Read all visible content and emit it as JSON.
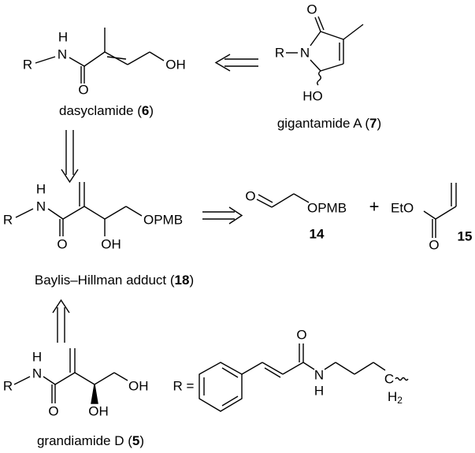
{
  "compounds": {
    "dasyclamide": {
      "name": "dasyclamide (",
      "number": "6",
      "close": ")",
      "atoms": {
        "R": "R",
        "H": "H",
        "N": "N",
        "O": "O",
        "OH": "OH"
      }
    },
    "gigantamide": {
      "name": "gigantamide A (",
      "number": "7",
      "close": ")",
      "atoms": {
        "R": "R",
        "N": "N",
        "O": "O",
        "HO": "HO"
      }
    },
    "baylis_hillman": {
      "name": "Baylis–Hillman adduct (",
      "number": "18",
      "close": ")",
      "atoms": {
        "R": "R",
        "H": "H",
        "N": "N",
        "O": "O",
        "OH": "OH",
        "OPMB": "OPMB"
      }
    },
    "aldehyde": {
      "number": "14",
      "atoms": {
        "O": "O",
        "OPMB": "OPMB"
      }
    },
    "acrylate": {
      "number": "15",
      "atoms": {
        "EtO": "EtO",
        "O": "O"
      }
    },
    "grandiamide": {
      "name": "grandiamide D (",
      "number": "5",
      "close": ")",
      "atoms": {
        "R": "R",
        "H": "H",
        "N": "N",
        "O": "O",
        "OH1": "OH",
        "OH2": "OH"
      }
    },
    "r_group": {
      "label": "R =",
      "atoms": {
        "O": "O",
        "N": "N",
        "H": "H",
        "C": "C",
        "H2": "H",
        "sub2": "2"
      }
    }
  },
  "plus": "+",
  "arrows": [
    "retrosynthetic-left",
    "retrosynthetic-down",
    "retrosynthetic-right",
    "retrosynthetic-up"
  ]
}
